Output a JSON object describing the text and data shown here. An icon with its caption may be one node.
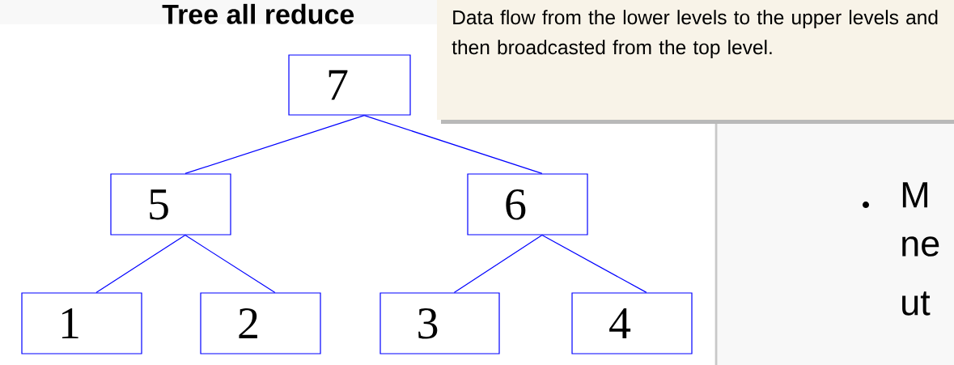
{
  "diagram": {
    "title": "Tree all reduce",
    "nodes": [
      {
        "text": [
          "7"
        ]
      },
      {
        "text": [
          "5"
        ]
      },
      {
        "text": [
          "6"
        ]
      },
      {
        "text": [
          "1"
        ]
      },
      {
        "text": [
          "2"
        ]
      },
      {
        "text": [
          "3"
        ]
      },
      {
        "text": [
          "4"
        ]
      }
    ],
    "edges": [
      {
        "from": 0,
        "to": 1,
        "arrow": "none"
      },
      {
        "from": 0,
        "to": 2,
        "arrow": "none"
      },
      {
        "from": 1,
        "to": 3,
        "arrow": "none"
      },
      {
        "from": 1,
        "to": 4,
        "arrow": "none"
      },
      {
        "from": 2,
        "to": 5,
        "arrow": "none"
      },
      {
        "from": 2,
        "to": 6,
        "arrow": "none"
      }
    ],
    "labels": [
      "Data flow from the lower levels to the upper levels and then broadcasted from the top level.",
      "M",
      "ne",
      "ut"
    ]
  }
}
